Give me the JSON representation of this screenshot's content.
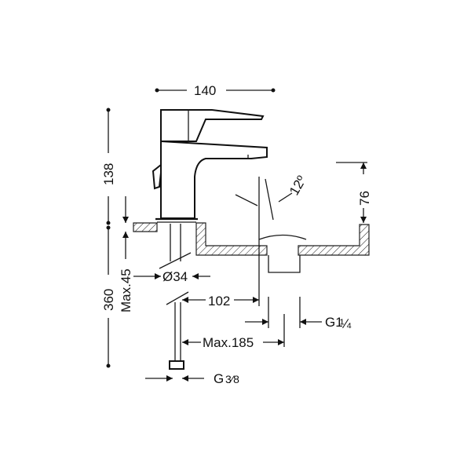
{
  "dimensions": {
    "width_top": "140",
    "height_tap": "138",
    "height_total": "360",
    "max_deck": "Max.45",
    "diameter": "Ø34",
    "spout_reach": "102",
    "max_reach": "Max.185",
    "spout_height": "76",
    "angle": "12º",
    "outlet_thread": "G1",
    "outlet_fraction": "¼",
    "inlet_thread": "G",
    "inlet_fraction": "3⁄8"
  }
}
